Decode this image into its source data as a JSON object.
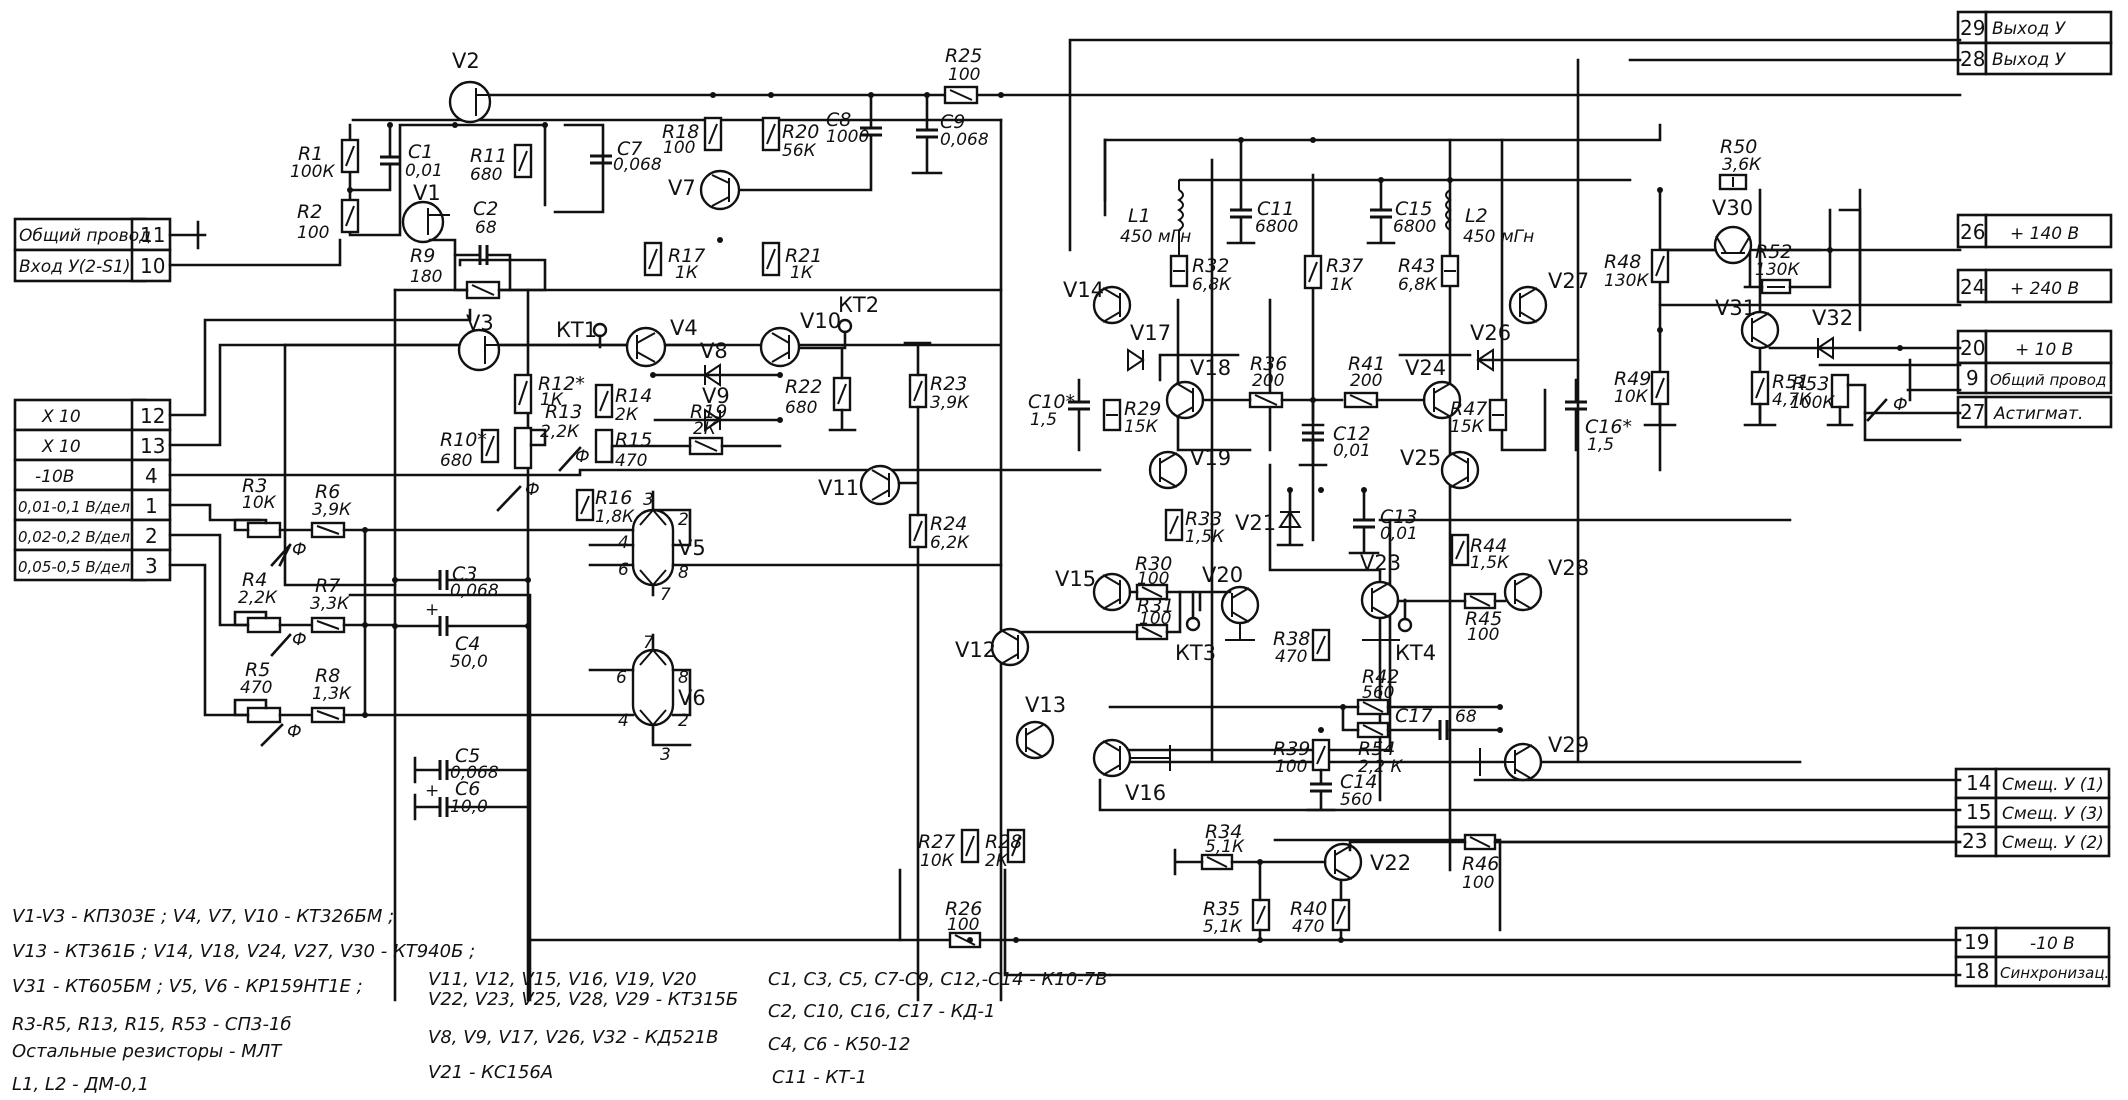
{
  "diagram": {
    "type": "circuit-schematic",
    "connectors_left": [
      {
        "num": "11",
        "label": "Общий провод"
      },
      {
        "num": "10",
        "label": "Вход У(2-S1)"
      },
      {
        "num": "12",
        "label": "X 10"
      },
      {
        "num": "13",
        "label": "X 10"
      },
      {
        "num": "4",
        "label": "-10В"
      },
      {
        "num": "1",
        "label": "0,01-0,1 В/дел"
      },
      {
        "num": "2",
        "label": "0,02-0,2 В/дел"
      },
      {
        "num": "3",
        "label": "0,05-0,5 В/дел"
      }
    ],
    "connectors_right": [
      {
        "num": "29",
        "label": "Выход У"
      },
      {
        "num": "28",
        "label": "Выход У"
      },
      {
        "num": "26",
        "label": "+ 140 В"
      },
      {
        "num": "24",
        "label": "+ 240 В"
      },
      {
        "num": "20",
        "label": "+ 10 В"
      },
      {
        "num": "9",
        "label": "Общий провод"
      },
      {
        "num": "27",
        "label": "Астигмат."
      },
      {
        "num": "14",
        "label": "Смещ. У (1)"
      },
      {
        "num": "15",
        "label": "Смещ. У (3)"
      },
      {
        "num": "23",
        "label": "Смещ. У (2)"
      },
      {
        "num": "19",
        "label": "-10 В"
      },
      {
        "num": "18",
        "label": "Синхронизац."
      }
    ],
    "resistors": [
      {
        "ref": "R1",
        "value": "100К"
      },
      {
        "ref": "R2",
        "value": "100"
      },
      {
        "ref": "R3",
        "value": "10К"
      },
      {
        "ref": "R4",
        "value": "2,2К"
      },
      {
        "ref": "R5",
        "value": "470"
      },
      {
        "ref": "R6",
        "value": "3,9К"
      },
      {
        "ref": "R7",
        "value": "3,3К"
      },
      {
        "ref": "R8",
        "value": "1,3К"
      },
      {
        "ref": "R9",
        "value": "180"
      },
      {
        "ref": "R10*",
        "value": "680"
      },
      {
        "ref": "R11",
        "value": "680"
      },
      {
        "ref": "R12*",
        "value": "1К"
      },
      {
        "ref": "R13",
        "value": "2,2К"
      },
      {
        "ref": "R14",
        "value": "2К"
      },
      {
        "ref": "R15",
        "value": "470"
      },
      {
        "ref": "R16",
        "value": "1,8К"
      },
      {
        "ref": "R17",
        "value": "1К"
      },
      {
        "ref": "R18",
        "value": "100"
      },
      {
        "ref": "R19",
        "value": "2К"
      },
      {
        "ref": "R20",
        "value": "56К"
      },
      {
        "ref": "R21",
        "value": "1К"
      },
      {
        "ref": "R22",
        "value": "680"
      },
      {
        "ref": "R23",
        "value": "3,9К"
      },
      {
        "ref": "R24",
        "value": "6,2К"
      },
      {
        "ref": "R25",
        "value": "100"
      },
      {
        "ref": "R26",
        "value": "100"
      },
      {
        "ref": "R27",
        "value": "10К"
      },
      {
        "ref": "R28",
        "value": "2К"
      },
      {
        "ref": "R29",
        "value": "15К"
      },
      {
        "ref": "R30",
        "value": "100"
      },
      {
        "ref": "R31",
        "value": "100"
      },
      {
        "ref": "R32",
        "value": "6,8К"
      },
      {
        "ref": "R33",
        "value": "1,5К"
      },
      {
        "ref": "R34",
        "value": "5,1К"
      },
      {
        "ref": "R35",
        "value": "5,1К"
      },
      {
        "ref": "R36",
        "value": "200"
      },
      {
        "ref": "R37",
        "value": "1К"
      },
      {
        "ref": "R38",
        "value": "470"
      },
      {
        "ref": "R39",
        "value": "100"
      },
      {
        "ref": "R40",
        "value": "470"
      },
      {
        "ref": "R41",
        "value": "200"
      },
      {
        "ref": "R42",
        "value": "560"
      },
      {
        "ref": "R43",
        "value": "6,8К"
      },
      {
        "ref": "R44",
        "value": "1,5К"
      },
      {
        "ref": "R45",
        "value": "100"
      },
      {
        "ref": "R46",
        "value": "100"
      },
      {
        "ref": "R47",
        "value": "15К"
      },
      {
        "ref": "R48",
        "value": "130К"
      },
      {
        "ref": "R49",
        "value": "10К"
      },
      {
        "ref": "R50",
        "value": "3,6К"
      },
      {
        "ref": "R51",
        "value": "4,7К"
      },
      {
        "ref": "R52",
        "value": "130К"
      },
      {
        "ref": "R53",
        "value": "100К"
      },
      {
        "ref": "R54",
        "value": "2,2 К"
      }
    ],
    "capacitors": [
      {
        "ref": "C1",
        "value": "0,01"
      },
      {
        "ref": "C2",
        "value": "68"
      },
      {
        "ref": "C3",
        "value": "0,068"
      },
      {
        "ref": "C4",
        "value": "50,0"
      },
      {
        "ref": "C5",
        "value": "0,068"
      },
      {
        "ref": "C6",
        "value": "10,0"
      },
      {
        "ref": "C7",
        "value": "0,068"
      },
      {
        "ref": "C8",
        "value": "1000"
      },
      {
        "ref": "C9",
        "value": "0,068"
      },
      {
        "ref": "C10*",
        "value": "1,5"
      },
      {
        "ref": "C11",
        "value": "6800"
      },
      {
        "ref": "C12",
        "value": "0,01"
      },
      {
        "ref": "C13",
        "value": "0,01"
      },
      {
        "ref": "C14",
        "value": "560"
      },
      {
        "ref": "C15",
        "value": "6800"
      },
      {
        "ref": "C16*",
        "value": "1,5"
      },
      {
        "ref": "C17",
        "value": "68"
      }
    ],
    "inductors": [
      {
        "ref": "L1",
        "value": "450 мГн"
      },
      {
        "ref": "L2",
        "value": "450 мГн"
      }
    ],
    "transistors": [
      "V1",
      "V2",
      "V3",
      "V4",
      "V5",
      "V6",
      "V7",
      "V10",
      "V11",
      "V12",
      "V13",
      "V14",
      "V15",
      "V16",
      "V18",
      "V19",
      "V20",
      "V22",
      "V23",
      "V24",
      "V25",
      "V27",
      "V28",
      "V29",
      "V30",
      "V31"
    ],
    "diodes": [
      "V8",
      "V9",
      "V17",
      "V21",
      "V26",
      "V32"
    ],
    "test_points": [
      "КТ1",
      "КТ2",
      "КТ3",
      "КТ4"
    ],
    "pin_labels_v5": [
      "3",
      "2",
      "4",
      "6",
      "8",
      "7"
    ],
    "pin_labels_v6": [
      "7",
      "6",
      "8",
      "4",
      "2",
      "3"
    ],
    "notes_left": [
      "V1-V3 - КП303Е ;  V4, V7, V10 - КТ326БМ ;",
      "V13 - КТ361Б ;  V14, V18, V24, V27, V30 - КТ940Б ;",
      "V31 - КТ605БМ ;  V5, V6 - КР159НТ1Е ;",
      "R3-R5, R13, R15, R53 - СП3-1б",
      "Остальные резисторы - МЛТ",
      "L1, L2 - ДМ-0,1"
    ],
    "notes_mid": [
      "V11, V12, V15, V16, V19, V20",
      "V22, V23, V25, V28, V29    - КТ315Б",
      "V8, V9, V17, V26, V32  - КД521В",
      "V21 - КС156А"
    ],
    "notes_right": [
      "C1, C3, C5, C7-C9, C12,-C14  - К10-7В",
      "C2, C10, C16, C17  - КД-1",
      "C4, C6  - К50-12",
      "C11   - КТ-1"
    ],
    "adjust_marks": [
      "Ф",
      "Ф",
      "Ф",
      "Ф",
      "Ф",
      "Ф"
    ]
  }
}
